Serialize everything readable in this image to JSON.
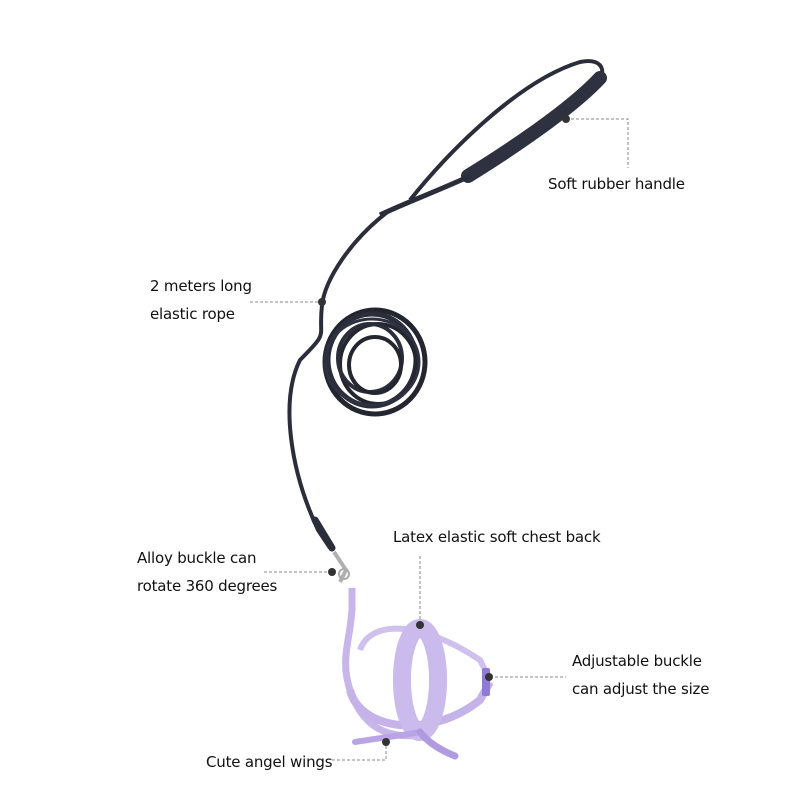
{
  "product": {
    "description": "Pet elastic leash with harness",
    "colors": {
      "rope": "#2a2d3a",
      "harness": "#c8b6ea",
      "buckle": "#8f7ad8",
      "marker": "#333333",
      "leader_line": "#888888"
    }
  },
  "annotations": [
    {
      "id": "handle",
      "lines": [
        "Soft rubber handle"
      ]
    },
    {
      "id": "rope",
      "lines": [
        "2 meters long",
        "elastic rope"
      ]
    },
    {
      "id": "alloy-buckle",
      "lines": [
        "Alloy buckle can",
        "rotate 360 degrees"
      ]
    },
    {
      "id": "chest-back",
      "lines": [
        "Latex elastic soft chest back"
      ]
    },
    {
      "id": "adjustable-buckle",
      "lines": [
        "Adjustable buckle",
        "can adjust the size"
      ]
    },
    {
      "id": "wings",
      "lines": [
        "Cute angel wings"
      ]
    }
  ]
}
